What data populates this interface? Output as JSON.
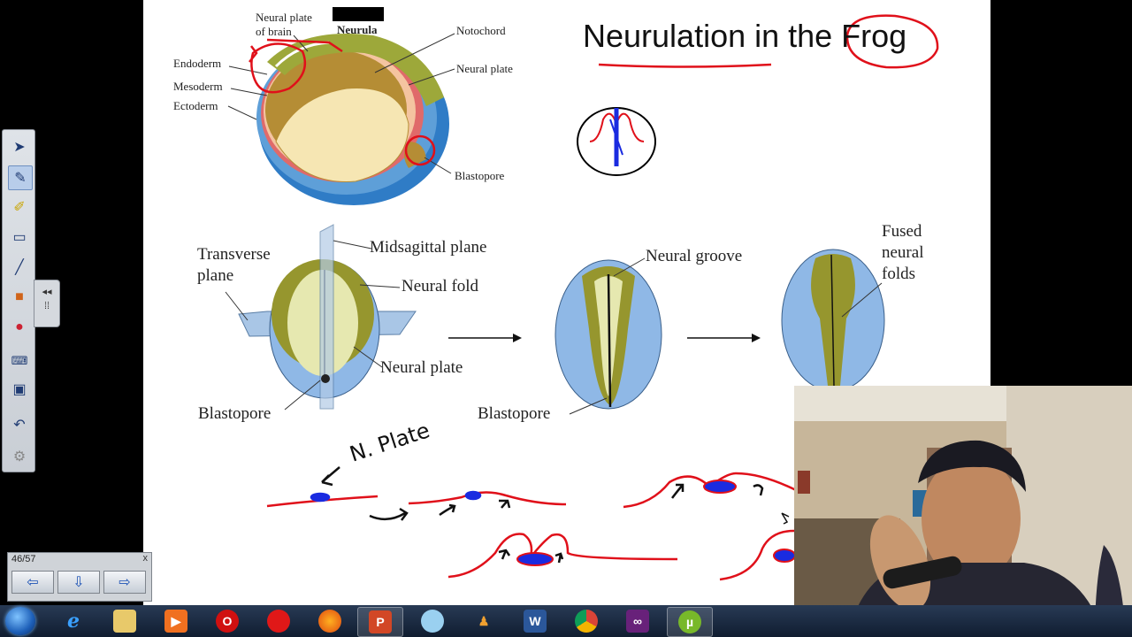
{
  "slide": {
    "title": "Neurulation in the Frog",
    "top_diagram": {
      "labels": {
        "neural_plate_of_brain_1": "Neural plate",
        "neural_plate_of_brain_2": "of brain",
        "neurula": "Neurula",
        "notochord": "Notochord",
        "neural_plate": "Neural plate",
        "endoderm": "Endoderm",
        "mesoderm": "Mesoderm",
        "ectoderm": "Ectoderm",
        "blastopore": "Blastopore"
      }
    },
    "stage_diagram": {
      "labels": {
        "transverse_1": "Transverse",
        "transverse_2": "plane",
        "midsagittal": "Midsagittal plane",
        "neural_fold": "Neural fold",
        "neural_plate": "Neural plate",
        "blastopore_left": "Blastopore",
        "neural_groove": "Neural groove",
        "blastopore_mid": "Blastopore",
        "fused_1": "Fused",
        "fused_2": "neural",
        "fused_3": "folds"
      }
    },
    "annotation": {
      "handwritten": "N. Plate"
    }
  },
  "slide_nav": {
    "counter": "46/57",
    "close": "x"
  },
  "colors": {
    "ink_red": "#e0101a",
    "ink_blue": "#1a2be0",
    "ectoderm_blue": "#5e9fd8",
    "mesoderm_green": "#8f8f2e"
  },
  "pen_toolbar": {
    "tools": [
      "arrow-icon",
      "pen-icon",
      "highlighter-icon",
      "eraser-icon",
      "line-icon",
      "shape-icon",
      "fill-icon",
      "keyboard-icon",
      "screen-icon",
      "undo-icon",
      "settings-icon"
    ]
  },
  "taskbar": {
    "apps": [
      "internet-explorer-icon",
      "file-explorer-icon",
      "media-player-icon",
      "opera-icon",
      "record-icon",
      "firefox-icon",
      "powerpoint-icon",
      "paint-icon",
      "people-icon",
      "word-icon",
      "chrome-icon",
      "visual-studio-icon",
      "utorrent-icon"
    ]
  }
}
